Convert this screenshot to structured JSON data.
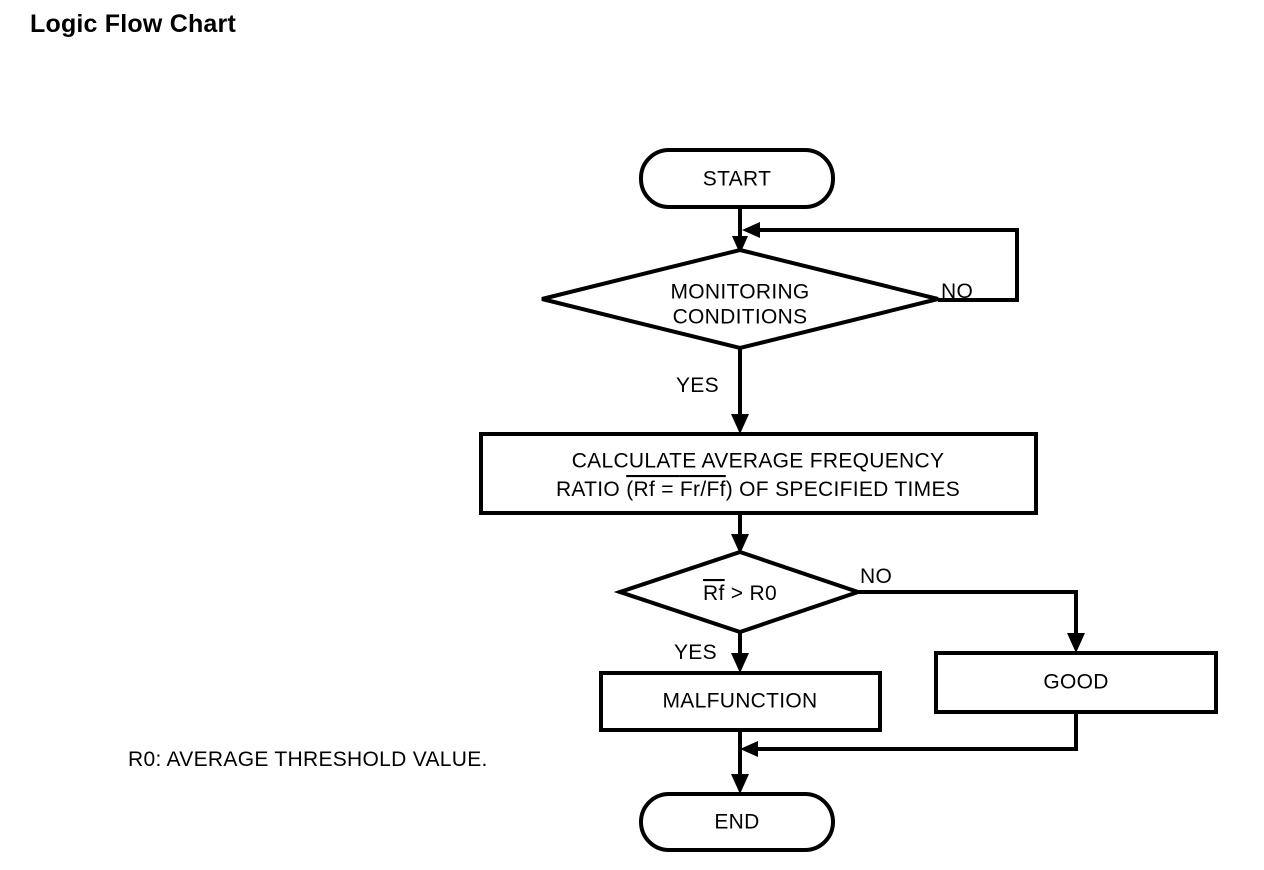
{
  "page": {
    "title": "Logic Flow Chart",
    "background_color": "#ffffff",
    "line_color": "#000000",
    "text_color": "#000000"
  },
  "chart_data": {
    "type": "diagram",
    "diagram_kind": "flowchart",
    "title": "Logic Flow Chart",
    "orientation": "top-to-bottom",
    "nodes": [
      {
        "id": "start",
        "shape": "terminator",
        "label": "START"
      },
      {
        "id": "monitoring",
        "shape": "decision",
        "label_line1": "MONITORING",
        "label_line2": "CONDITIONS"
      },
      {
        "id": "calculate",
        "shape": "process",
        "label_line1": "CALCULATE AVERAGE FREQUENCY",
        "label_line2_a": "RATIO ",
        "label_line2_b": "(Rf = ",
        "label_line2_c": "Fr/Ff",
        "label_line2_d": ") OF SPECIFIED TIMES"
      },
      {
        "id": "compare",
        "shape": "decision",
        "label_a": "Rf",
        "label_b": " > R0"
      },
      {
        "id": "malfunction",
        "shape": "process",
        "label": "MALFUNCTION"
      },
      {
        "id": "good",
        "shape": "process",
        "label": "GOOD"
      },
      {
        "id": "end",
        "shape": "terminator",
        "label": "END"
      }
    ],
    "edges": [
      {
        "from": "start",
        "to": "monitoring",
        "label": ""
      },
      {
        "from": "monitoring",
        "to": "calculate",
        "label": "YES"
      },
      {
        "from": "monitoring",
        "to": "start",
        "label": "NO"
      },
      {
        "from": "calculate",
        "to": "compare",
        "label": ""
      },
      {
        "from": "compare",
        "to": "malfunction",
        "label": "YES"
      },
      {
        "from": "compare",
        "to": "good",
        "label": "NO"
      },
      {
        "from": "malfunction",
        "to": "end",
        "label": ""
      },
      {
        "from": "good",
        "to": "end",
        "label": ""
      }
    ],
    "edge_labels": {
      "monitoring_no": "NO",
      "monitoring_yes": "YES",
      "compare_no": "NO",
      "compare_yes": "YES"
    },
    "footnote": "R0: AVERAGE THRESHOLD VALUE."
  }
}
